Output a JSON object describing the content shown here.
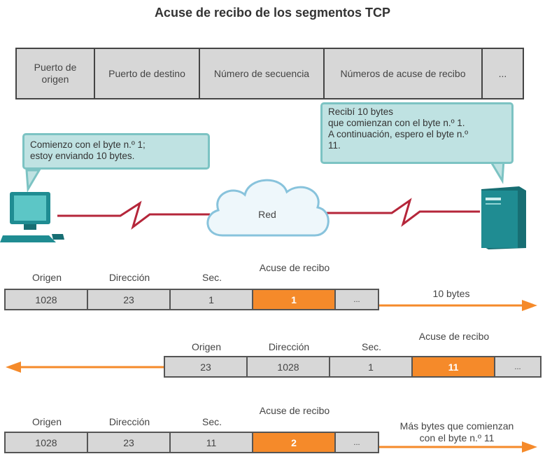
{
  "title": "Acuse de recibo de los segmentos TCP",
  "header": {
    "cells": [
      "Puerto de origen",
      "Puerto de destino",
      "Número de secuencia",
      "Números de acuse de recibo",
      "..."
    ]
  },
  "callouts": {
    "left": "Comienzo con el byte n.º  1;\nestoy enviando 10 bytes.",
    "right": "Recibí 10 bytes\nque comienzan con el byte n.º  1.\nA continuación, espero el byte n.º\n11."
  },
  "network": {
    "cloud_label": "Red"
  },
  "segments": [
    {
      "labels": [
        "Origen",
        "Dirección",
        "Sec.",
        "Acuse de recibo"
      ],
      "values": [
        "1028",
        "23",
        "1",
        "1",
        "..."
      ],
      "note": "10 bytes",
      "direction": "right"
    },
    {
      "labels": [
        "Origen",
        "Dirección",
        "Sec.",
        "Acuse de recibo"
      ],
      "values": [
        "23",
        "1028",
        "1",
        "11",
        "..."
      ],
      "note": "",
      "direction": "left"
    },
    {
      "labels": [
        "Origen",
        "Dirección",
        "Sec.",
        "Acuse de recibo"
      ],
      "values": [
        "1028",
        "23",
        "11",
        "2",
        "..."
      ],
      "note": "Más bytes que comienzan\ncon el byte n.º  11",
      "direction": "right"
    }
  ],
  "colors": {
    "highlight": "#f58a2a",
    "callout_fill": "#bfe2e2",
    "callout_border": "#7cc3c3",
    "link": "#b5263a",
    "device": "#1f8c92"
  }
}
